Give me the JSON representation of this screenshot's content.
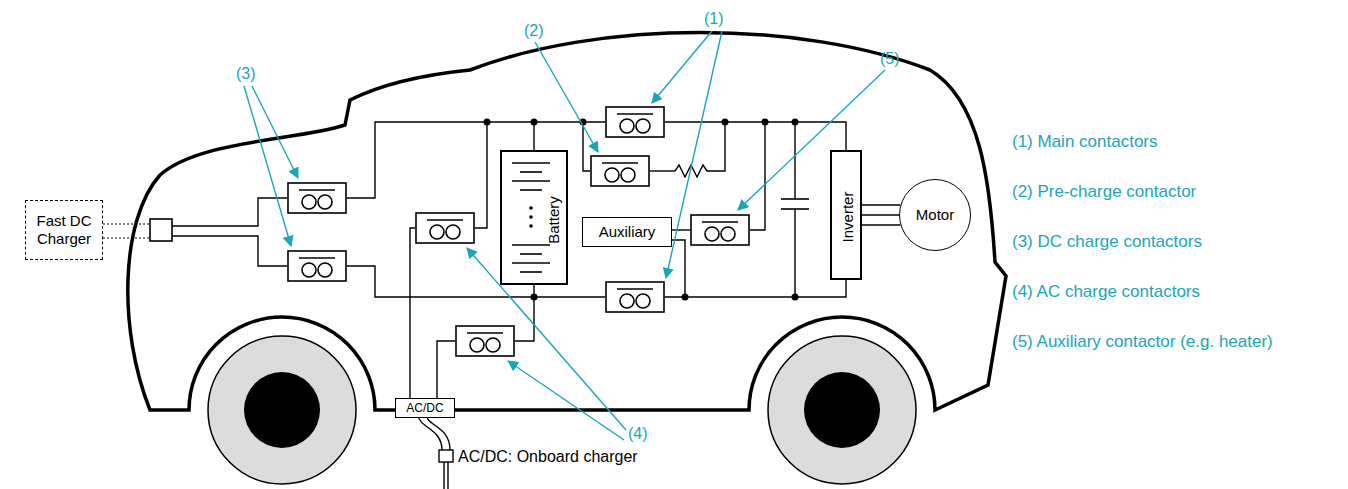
{
  "diagram": {
    "nodes": [
      {
        "text": [
          "Fast DC Charger"
        ]
      },
      {
        "text": [
          "Battery"
        ]
      },
      {
        "text": [
          "Auxiliary"
        ]
      },
      {
        "text": [
          "Inverter"
        ]
      },
      {
        "text": [
          "Motor"
        ]
      },
      {
        "text": [
          "AC/DC"
        ]
      }
    ],
    "edges": [
      {
        "from": 3,
        "to": 4,
        "arrow": "none"
      }
    ],
    "labels": [
      "(3)",
      "(2)",
      "(1)",
      "(5)",
      "(4)",
      "AC/DC: Onboard charger",
      "(1) Main contactors",
      "(2) Pre-charge contactor",
      "(3) DC charge contactors",
      "(4) AC charge contactors",
      "(5) Auxiliary contactor (e.g. heater)"
    ]
  }
}
